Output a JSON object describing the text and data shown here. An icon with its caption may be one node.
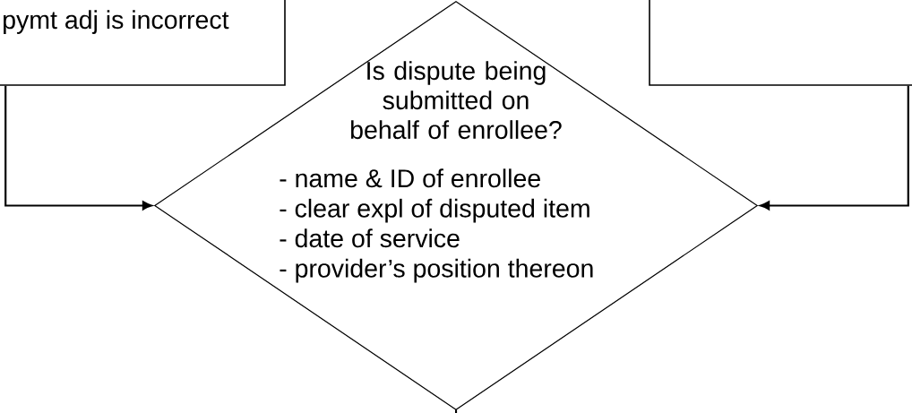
{
  "diagram": {
    "nodes": [
      {
        "text": [
          "pymt adj is incorrect"
        ]
      },
      {
        "text": [],
        "shape": "box"
      },
      {
        "text": [
          "Is dispute being submitted on behalf of enrollee?",
          "- name & ID of enrollee",
          "- clear expl of disputed item",
          "- date of service",
          "- provider’s position thereon"
        ]
      }
    ],
    "edges": [
      {
        "from": 0,
        "to": 2,
        "arrow": "to"
      },
      {
        "from": 1,
        "to": 2,
        "arrow": "to"
      },
      {
        "from": 2,
        "to": null,
        "arrow": "none"
      }
    ]
  }
}
